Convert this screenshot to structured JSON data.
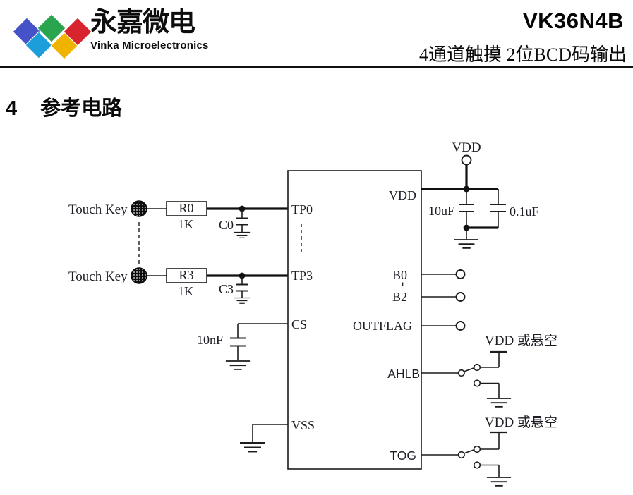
{
  "header": {
    "brand_cn": "永嘉微电",
    "brand_en": "Vinka Microelectronics",
    "part_number": "VK36N4B",
    "subtitle": "4通道触摸 2位BCD码输出",
    "logo_colors": {
      "blue": "#4652c8",
      "green": "#2aa44e",
      "red": "#d8242c",
      "cyan": "#1b9ed9",
      "yellow": "#f0b400"
    }
  },
  "section": {
    "number": "4",
    "title": "参考电路"
  },
  "schematic": {
    "touch_key_label": "Touch Key",
    "resistors": {
      "r0": "R0",
      "r3": "R3",
      "value": "1K"
    },
    "capacitors": {
      "c0": "C0",
      "c3": "C3",
      "cs_filter": "10nF",
      "bulk": "10uF",
      "bypass": "0.1uF"
    },
    "power_net": "VDD",
    "pins": {
      "tp0": "TP0",
      "tp3": "TP3",
      "cs": "CS",
      "vss": "VSS",
      "vdd": "VDD",
      "b0": "B0",
      "b2": "B2",
      "outflag": "OUTFLAG",
      "ahlb": "AHLB",
      "tog": "TOG"
    },
    "option_label": "VDD 或悬空"
  }
}
